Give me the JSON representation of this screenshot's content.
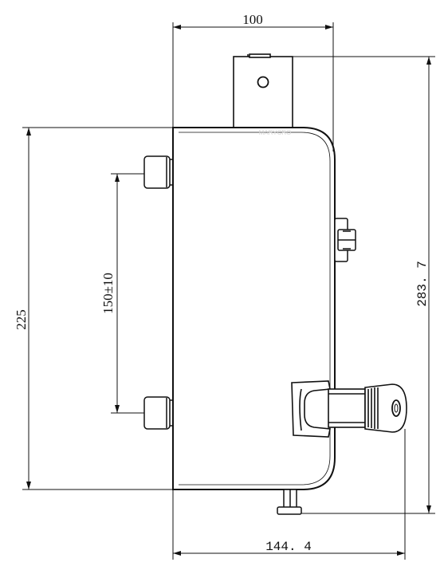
{
  "drawing": {
    "dimensions": {
      "top_width": "100",
      "left_height": "225",
      "spacing": "150±10",
      "right_height": "283. 7",
      "bottom_width": "144. 4"
    },
    "watermark": "MARYCRO"
  }
}
